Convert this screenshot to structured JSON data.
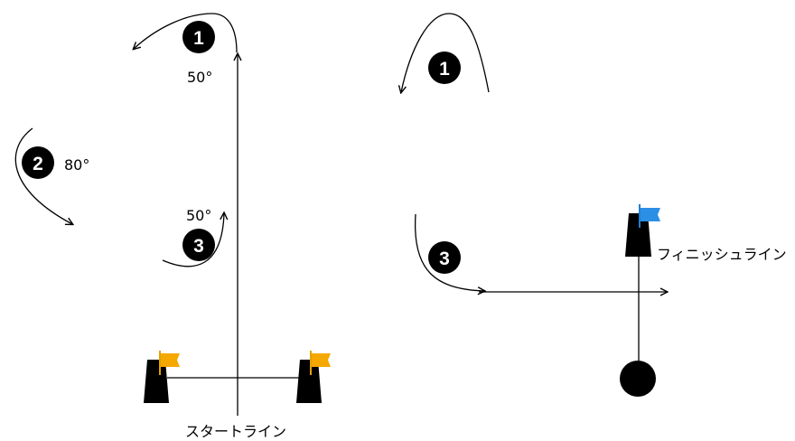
{
  "colors": {
    "line": "#000000",
    "flag_start": "#f5a800",
    "flag_finish": "#2b8fe6",
    "background": "#ffffff"
  },
  "left_diagram": {
    "markers": [
      {
        "id": "turn-1",
        "number": "1",
        "angle_label": "50°"
      },
      {
        "id": "turn-2",
        "number": "2",
        "angle_label": "80°"
      },
      {
        "id": "turn-3",
        "number": "3",
        "angle_label": "50°"
      }
    ],
    "start_line_label": "スタートライン"
  },
  "right_diagram": {
    "markers": [
      {
        "id": "turn-1",
        "number": "1"
      },
      {
        "id": "turn-3",
        "number": "3"
      }
    ],
    "finish_line_label": "フィニッシュライン"
  }
}
